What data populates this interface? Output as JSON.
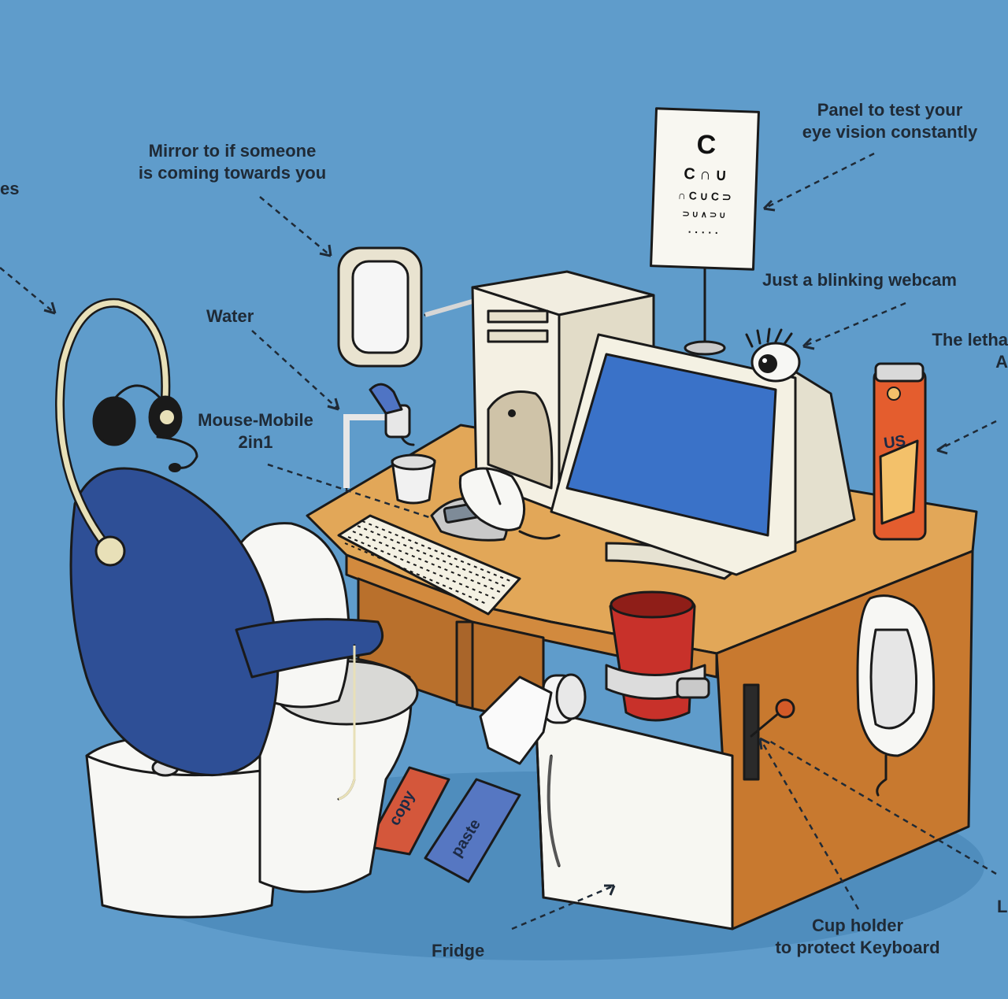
{
  "labels": {
    "left_edge": "es",
    "mirror": [
      "Mirror to if someone",
      "is coming towards you"
    ],
    "panel": [
      "Panel to test your",
      "eye vision constantly"
    ],
    "webcam": "Just a blinking webcam",
    "lethal": [
      "The letha",
      "A"
    ],
    "water": "Water",
    "mouse_mobile": [
      "Mouse-Mobile",
      "2in1"
    ],
    "fridge": "Fridge",
    "cup_holder": [
      "Cup holder",
      "to protect Keyboard"
    ],
    "right_edge": "L"
  },
  "eye_chart": {
    "rows": [
      "C",
      "C ∩ ∪",
      "∩ C ∪ C ⊃",
      "⊃ ∪ ∧ ⊃ ∪",
      "· · · · ·"
    ]
  },
  "pedals": {
    "copy": "copy",
    "paste": "paste"
  },
  "can_text": "US",
  "colors": {
    "background": "#5f9ccb",
    "desk_top": "#e2a758",
    "desk_side": "#c8792f",
    "chair_blue": "#2e4f96",
    "screen_blue": "#3a72c8",
    "cup_red": "#c8312a"
  }
}
